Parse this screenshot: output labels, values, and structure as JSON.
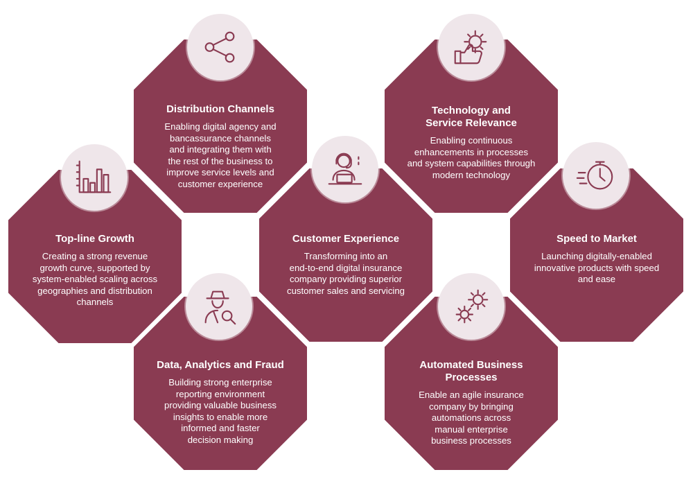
{
  "colors": {
    "octagon": "#8a3b52",
    "circle": "#efe6ea",
    "icon": "#8a3b52",
    "background": "#ffffff"
  },
  "cards": {
    "distribution": {
      "title": "Distribution Channels",
      "desc": "Enabling digital agency and\nbancassurance channels\nand integrating them with\nthe rest of the business to\nimprove service levels and\ncustomer experience",
      "icon": "share-icon"
    },
    "technology": {
      "title": "Technology and\nService Relevance",
      "desc": "Enabling continuous\nenhancements in processes\nand system capabilities through\nmodern technology",
      "icon": "thumbs-up-gear-icon"
    },
    "topline": {
      "title": "Top-line Growth",
      "desc": "Creating a strong revenue\ngrowth curve, supported by\nsystem-enabled scaling across\ngeographies and distribution\nchannels",
      "icon": "bar-chart-icon"
    },
    "customer": {
      "title": "Customer Experience",
      "desc": "Transforming into an\nend-to-end digital insurance\ncompany providing superior\ncustomer sales and servicing",
      "icon": "support-agent-icon"
    },
    "speed": {
      "title": "Speed to Market",
      "desc": "Launching digitally-enabled\ninnovative products with speed\nand ease",
      "icon": "fast-clock-icon"
    },
    "data": {
      "title": "Data, Analytics and Fraud",
      "desc": "Building strong enterprise\nreporting environment\nproviding valuable business\ninsights to enable more\ninformed and faster\ndecision making",
      "icon": "detective-icon"
    },
    "automated": {
      "title": "Automated Business\nProcesses",
      "desc": "Enable an agile insurance\ncompany by bringing\nautomations across\nmanual enterprise\nbusiness processes",
      "icon": "gears-icon"
    }
  }
}
